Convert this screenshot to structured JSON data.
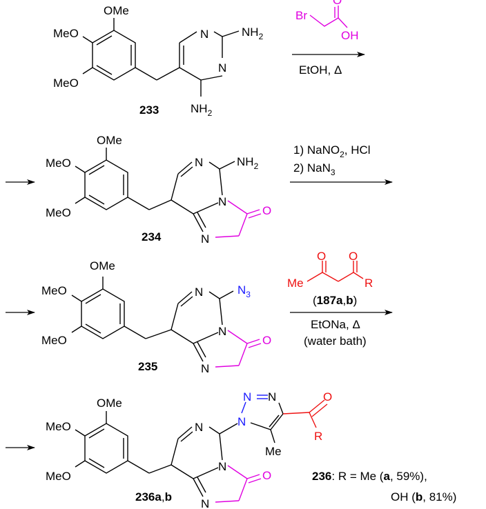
{
  "colors": {
    "black": "#000000",
    "magenta": "#e000e0",
    "blue": "#1a1aff",
    "red": "#ee1111"
  },
  "atoms": {
    "ome": "OMe",
    "meo": "MeO",
    "n": "N",
    "nh2": "NH",
    "sub2": "2",
    "o": "O",
    "me": "Me",
    "r": "R",
    "br": "Br",
    "oh": "OH",
    "n3": "N",
    "sub3": "3"
  },
  "labels": {
    "c233": "233",
    "c234": "234",
    "c235": "235",
    "c236": "236a",
    "c236_sep": ",",
    "c236_b": "b"
  },
  "reagents": {
    "step1_conditions": "EtOH, Δ",
    "step2_line1": "1) NaNO",
    "step2_line1_sub": "2",
    "step2_line1_end": ", HCl",
    "step2_line2": "2) NaN",
    "step2_line2_sub": "3",
    "step3_ref_open": "(",
    "step3_ref_num": "187a",
    "step3_ref_sep": ",",
    "step3_ref_b": "b",
    "step3_ref_close": ")",
    "step3_line1": "EtONa, Δ",
    "step3_line2": "(water bath)"
  },
  "result": {
    "compound": "236",
    "r_eq": ": R = Me (",
    "a": "a",
    "a_yield": ", 59%),",
    "oh_open": "OH (",
    "b": "b",
    "b_yield": ", 81%)"
  }
}
